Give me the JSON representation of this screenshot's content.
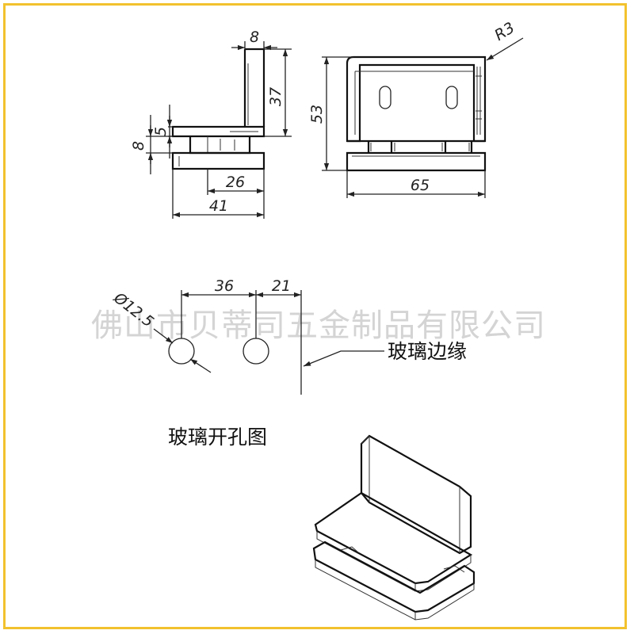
{
  "watermark": "佛山市贝蒂司五金制品有限公司",
  "side_view": {
    "dim_top": "8",
    "dim_height": "37",
    "dim_slot": "5",
    "dim_gap": "8",
    "dim_inner": "26",
    "dim_depth": "41"
  },
  "front_view": {
    "dim_radius": "R3",
    "dim_height": "53",
    "dim_width": "65"
  },
  "hole_drawing": {
    "dim_diameter": "Ø12.5",
    "dim_spacing": "36",
    "dim_edge": "21",
    "edge_label": "玻璃边缘",
    "title": "玻璃开孔图"
  },
  "colors": {
    "frame": "#f2c22e",
    "line": "#222222",
    "watermark": "#d4d4d4"
  }
}
